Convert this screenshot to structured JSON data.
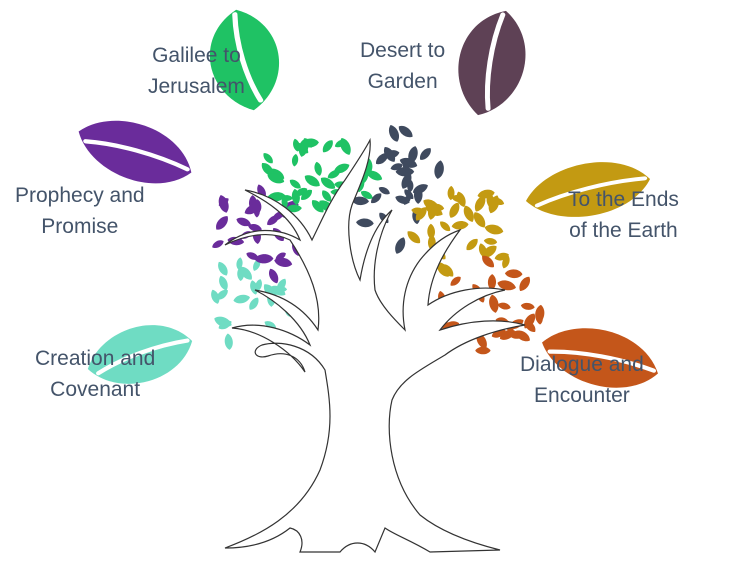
{
  "title": "Tree of themes",
  "branches": [
    {
      "id": "galilee",
      "line1": "Galilee to",
      "line2": "Jerusalem",
      "color": "#1fc264"
    },
    {
      "id": "desert",
      "line1": "Desert to",
      "line2": "Garden",
      "color": "#5e4155"
    },
    {
      "id": "prophecy",
      "line1": "Prophecy and",
      "line2": "Promise",
      "color": "#6a2c9b"
    },
    {
      "id": "ends",
      "line1": "To the Ends",
      "line2": "of the Earth",
      "color": "#c39a12"
    },
    {
      "id": "creation",
      "line1": "Creation and",
      "line2": "Covenant",
      "color": "#6fdcc3"
    },
    {
      "id": "dialogue",
      "line1": "Dialogue and",
      "line2": "Encounter",
      "color": "#c4561a"
    }
  ],
  "canopy_colors": {
    "navy": "#3f4a5e"
  }
}
